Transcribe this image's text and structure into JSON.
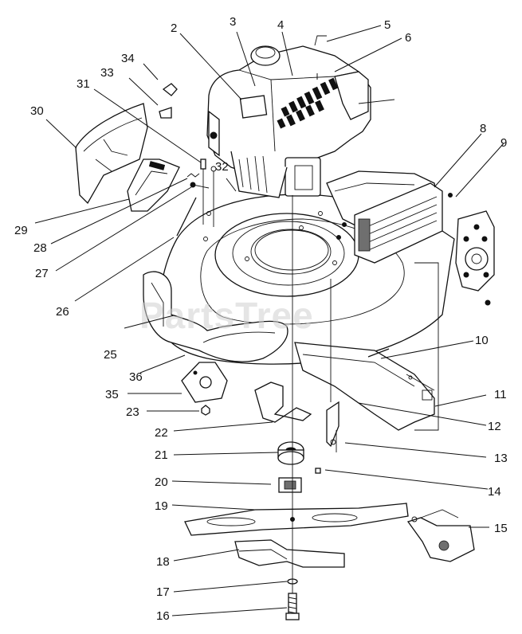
{
  "watermark": "PartsTree",
  "callouts": [
    {
      "id": "c2",
      "text": "2"
    },
    {
      "id": "c3",
      "text": "3"
    },
    {
      "id": "c4",
      "text": "4"
    },
    {
      "id": "c5",
      "text": "5"
    },
    {
      "id": "c6",
      "text": "6"
    },
    {
      "id": "c8",
      "text": "8"
    },
    {
      "id": "c9",
      "text": "9"
    },
    {
      "id": "c10",
      "text": "10"
    },
    {
      "id": "c11",
      "text": "11"
    },
    {
      "id": "c12",
      "text": "12"
    },
    {
      "id": "c13",
      "text": "13"
    },
    {
      "id": "c14",
      "text": "14"
    },
    {
      "id": "c15",
      "text": "15"
    },
    {
      "id": "c16",
      "text": "16"
    },
    {
      "id": "c17",
      "text": "17"
    },
    {
      "id": "c18",
      "text": "18"
    },
    {
      "id": "c19",
      "text": "19"
    },
    {
      "id": "c20",
      "text": "20"
    },
    {
      "id": "c21",
      "text": "21"
    },
    {
      "id": "c22",
      "text": "22"
    },
    {
      "id": "c23",
      "text": "23"
    },
    {
      "id": "c25",
      "text": "25"
    },
    {
      "id": "c26",
      "text": "26"
    },
    {
      "id": "c27",
      "text": "27"
    },
    {
      "id": "c28",
      "text": "28"
    },
    {
      "id": "c29",
      "text": "29"
    },
    {
      "id": "c30",
      "text": "30"
    },
    {
      "id": "c31",
      "text": "31"
    },
    {
      "id": "c32",
      "text": "32"
    },
    {
      "id": "c33",
      "text": "33"
    },
    {
      "id": "c34",
      "text": "34"
    },
    {
      "id": "c35",
      "text": "35"
    },
    {
      "id": "c36",
      "text": "36"
    }
  ]
}
